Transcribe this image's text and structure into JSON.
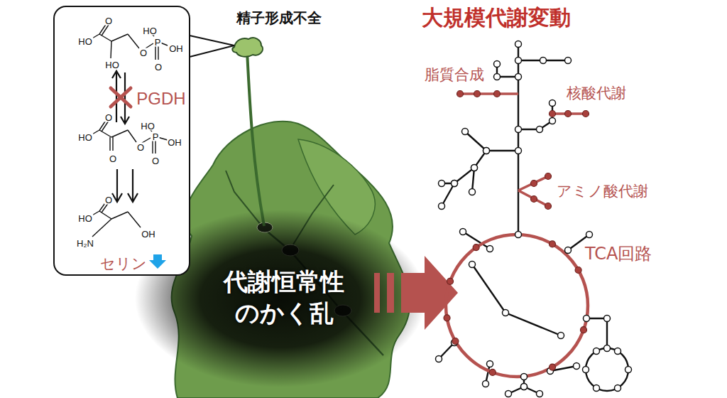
{
  "diagram": {
    "title": "大規模代謝変動",
    "nodes": [
      {
        "text": [
          "HO",
          "O",
          "HO",
          "O",
          "P",
          "HO",
          "OH",
          "O",
          "PGDH",
          "HO",
          "O",
          "O",
          "O",
          "P",
          "HO",
          "OH",
          "O",
          "HO",
          "O",
          "H₂N",
          "OH",
          "セリン"
        ]
      },
      {
        "text": [
          "代謝恒常性 のかく乱"
        ]
      }
    ],
    "labels": [
      "精子形成不全",
      "脂質合成",
      "核酸代謝",
      "アミノ酸代謝",
      "TCA回路"
    ]
  }
}
